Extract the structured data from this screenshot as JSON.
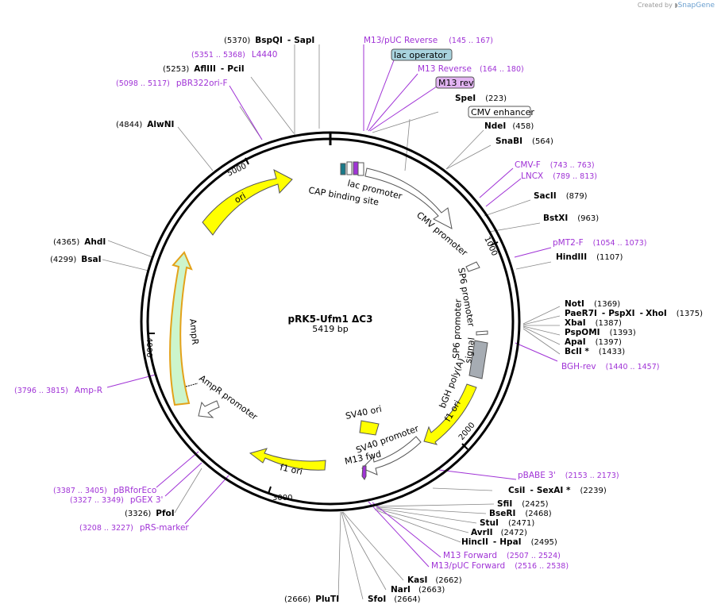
{
  "credit": {
    "prefix": "Created by",
    "brand": "SnapGene"
  },
  "plasmid": {
    "name": "pRK5-Ufm1 ΔC3",
    "size_label": "5419 bp"
  },
  "ticks": [
    "1000",
    "2000",
    "3000",
    "4000",
    "5000"
  ],
  "features": [
    {
      "id": "ori",
      "label": "ori",
      "color": "#ffff00"
    },
    {
      "id": "cmv",
      "label": "CMV promoter",
      "color": "#ffffff"
    },
    {
      "id": "lacprom",
      "label": "lac promoter",
      "color": "#ffffff"
    },
    {
      "id": "cap",
      "label": "CAP binding site",
      "color": "#ffffff"
    },
    {
      "id": "sp6",
      "label": "SP6 promoter",
      "color": "#ffffff"
    },
    {
      "id": "sp6b",
      "label": "SP6 promoter",
      "color": "#ffffff"
    },
    {
      "id": "signal",
      "label": "signal",
      "color": "#ffffff"
    },
    {
      "id": "bgh",
      "label": "bGH poly(A)",
      "color": "#a6acb3"
    },
    {
      "id": "f1a",
      "label": "f1 ori",
      "color": "#ffff00"
    },
    {
      "id": "sv40",
      "label": "SV40 promoter",
      "color": "#ffffff"
    },
    {
      "id": "sv40ori",
      "label": "SV40 ori",
      "color": "#ffff00"
    },
    {
      "id": "m13fwd",
      "label": "M13 fwd",
      "color": "#a033d6"
    },
    {
      "id": "f1b",
      "label": "f1 ori",
      "color": "#ffff00"
    },
    {
      "id": "ampprom",
      "label": "AmpR promoter",
      "color": "#ffffff"
    },
    {
      "id": "ampr",
      "label": "AmpR",
      "color": "#ccf5cc"
    }
  ],
  "enzymes_right": [
    {
      "name": "BspQI",
      "extra": "SapI",
      "pos": "(5370)"
    },
    {
      "name": "SpeI",
      "pos": "(223)"
    },
    {
      "name": "NdeI",
      "pos": "(458)"
    },
    {
      "name": "SnaBI",
      "pos": "(564)"
    },
    {
      "name": "SacII",
      "pos": "(879)"
    },
    {
      "name": "BstXI",
      "pos": "(963)"
    },
    {
      "name": "HindIII",
      "pos": "(1107)"
    },
    {
      "name": "NotI",
      "pos": "(1369)"
    },
    {
      "name": "PaeR7I",
      "extra": "PspXI",
      "extra2": "XhoI",
      "pos": "(1375)"
    },
    {
      "name": "XbaI",
      "pos": "(1387)"
    },
    {
      "name": "PspOMI",
      "pos": "(1393)"
    },
    {
      "name": "ApaI",
      "pos": "(1397)"
    },
    {
      "name": "BclI *",
      "pos": "(1433)"
    },
    {
      "name": "CsiI",
      "extra": "SexAI *",
      "pos": "(2239)"
    },
    {
      "name": "SfiI",
      "pos": "(2425)"
    },
    {
      "name": "BseRI",
      "pos": "(2468)"
    },
    {
      "name": "StuI",
      "pos": "(2471)"
    },
    {
      "name": "AvrII",
      "pos": "(2472)"
    },
    {
      "name": "HincII",
      "extra": "HpaI",
      "pos": "(2495)"
    },
    {
      "name": "KasI",
      "pos": "(2662)"
    },
    {
      "name": "NarI",
      "pos": "(2663)"
    },
    {
      "name": "SfoI",
      "pos": "(2664)"
    }
  ],
  "enzymes_left": [
    {
      "name": "AflIII",
      "extra": "PciI",
      "pos": "(5253)"
    },
    {
      "name": "AlwNI",
      "pos": "(4844)"
    },
    {
      "name": "AhdI",
      "pos": "(4365)"
    },
    {
      "name": "BsaI",
      "pos": "(4299)"
    },
    {
      "name": "PfoI",
      "pos": "(3326)"
    },
    {
      "name": "PluTI",
      "pos": "(2666)"
    }
  ],
  "primers": [
    {
      "name": "M13/pUC Reverse",
      "range": "(145 .. 167)"
    },
    {
      "name": "M13 Reverse",
      "range": "(164 .. 180)"
    },
    {
      "name": "L4440",
      "range": "(5351 .. 5368)"
    },
    {
      "name": "pBR322ori-F",
      "range": "(5098 .. 5117)"
    },
    {
      "name": "CMV-F",
      "range": "(743 .. 763)"
    },
    {
      "name": "LNCX",
      "range": "(789 .. 813)"
    },
    {
      "name": "pMT2-F",
      "range": "(1054 .. 1073)"
    },
    {
      "name": "BGH-rev",
      "range": "(1440 .. 1457)"
    },
    {
      "name": "pBABE 3'",
      "range": "(2153 .. 2173)"
    },
    {
      "name": "M13 Forward",
      "range": "(2507 .. 2524)"
    },
    {
      "name": "M13/pUC Forward",
      "range": "(2516 .. 2538)"
    },
    {
      "name": "Amp-R",
      "range": "(3796 .. 3815)"
    },
    {
      "name": "pBRforEco",
      "range": "(3387 .. 3405)"
    },
    {
      "name": "pGEX 3'",
      "range": "(3327 .. 3349)"
    },
    {
      "name": "pRS-marker",
      "range": "(3208 .. 3227)"
    }
  ],
  "boxes": [
    {
      "label": "lac operator",
      "fill": "#a8d3de"
    },
    {
      "label": "M13 rev",
      "fill": "#e2b4f2"
    },
    {
      "label": "CMV enhancer",
      "fill": "#ffffff"
    }
  ]
}
